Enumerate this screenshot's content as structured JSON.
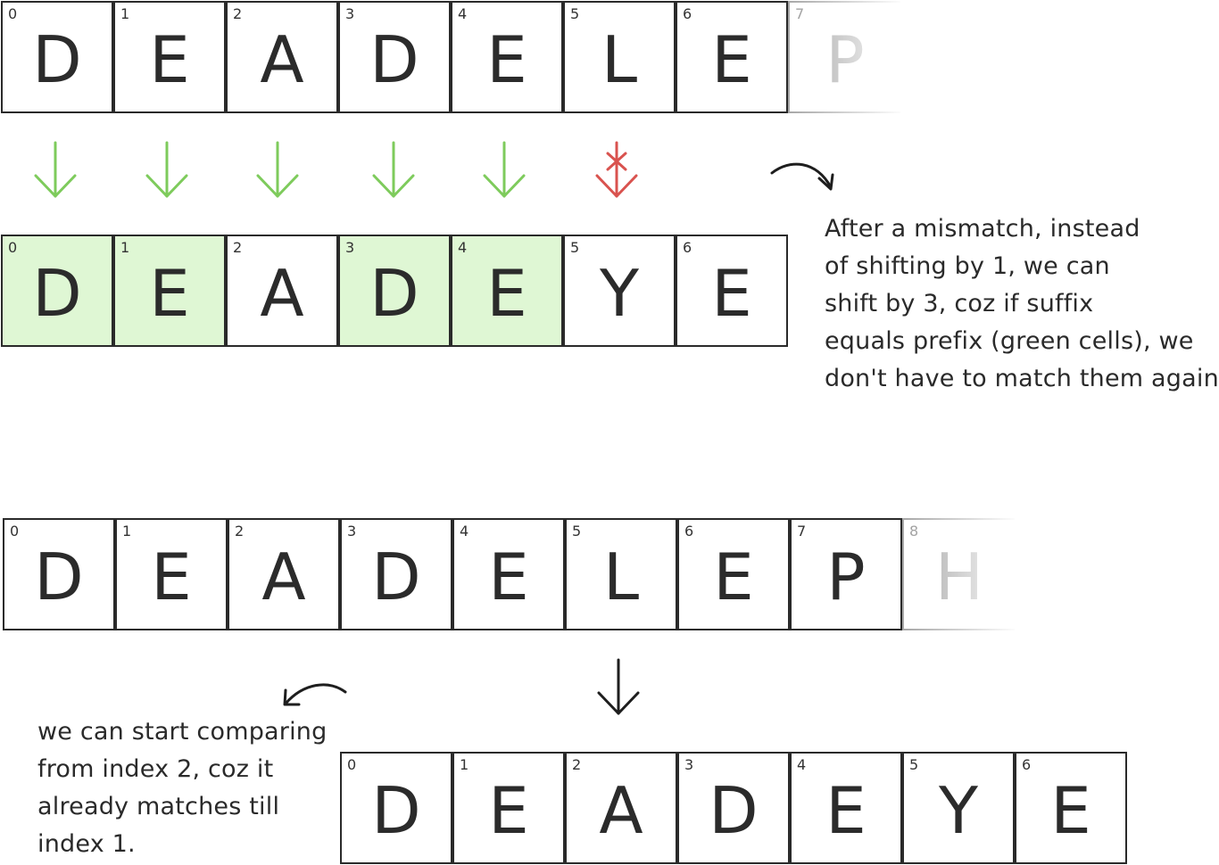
{
  "text_row": {
    "cells": [
      {
        "index": "0",
        "char": "D"
      },
      {
        "index": "1",
        "char": "E"
      },
      {
        "index": "2",
        "char": "A"
      },
      {
        "index": "3",
        "char": "D"
      },
      {
        "index": "4",
        "char": "E"
      },
      {
        "index": "5",
        "char": "L"
      },
      {
        "index": "6",
        "char": "E"
      },
      {
        "index": "7",
        "char": "P"
      }
    ]
  },
  "pattern_row": {
    "cells": [
      {
        "index": "0",
        "char": "D"
      },
      {
        "index": "1",
        "char": "E"
      },
      {
        "index": "2",
        "char": "A"
      },
      {
        "index": "3",
        "char": "D"
      },
      {
        "index": "4",
        "char": "E"
      },
      {
        "index": "5",
        "char": "Y"
      },
      {
        "index": "6",
        "char": "E"
      }
    ]
  },
  "text_row_2": {
    "cells": [
      {
        "index": "0",
        "char": "D"
      },
      {
        "index": "1",
        "char": "E"
      },
      {
        "index": "2",
        "char": "A"
      },
      {
        "index": "3",
        "char": "D"
      },
      {
        "index": "4",
        "char": "E"
      },
      {
        "index": "5",
        "char": "L"
      },
      {
        "index": "6",
        "char": "E"
      },
      {
        "index": "7",
        "char": "P"
      },
      {
        "index": "8",
        "char": "H"
      }
    ]
  },
  "pattern_row_2": {
    "cells": [
      {
        "index": "0",
        "char": "D"
      },
      {
        "index": "1",
        "char": "E"
      },
      {
        "index": "2",
        "char": "A"
      },
      {
        "index": "3",
        "char": "D"
      },
      {
        "index": "4",
        "char": "E"
      },
      {
        "index": "5",
        "char": "Y"
      },
      {
        "index": "6",
        "char": "E"
      }
    ]
  },
  "notes": {
    "shift_note": [
      "After a mismatch, instead",
      "of shifting by 1, we can",
      "shift by 3, coz if suffix",
      "equals prefix (green cells), we",
      "don't have to match them again."
    ],
    "start_note": [
      "we can start comparing",
      "from index 2, coz it",
      "already matches till",
      "index 1."
    ]
  },
  "colors": {
    "match_fill": "#dff7d4",
    "match_arrow": "#7ecb5c",
    "mismatch_arrow": "#d9534f",
    "border": "#2a2a2a"
  }
}
